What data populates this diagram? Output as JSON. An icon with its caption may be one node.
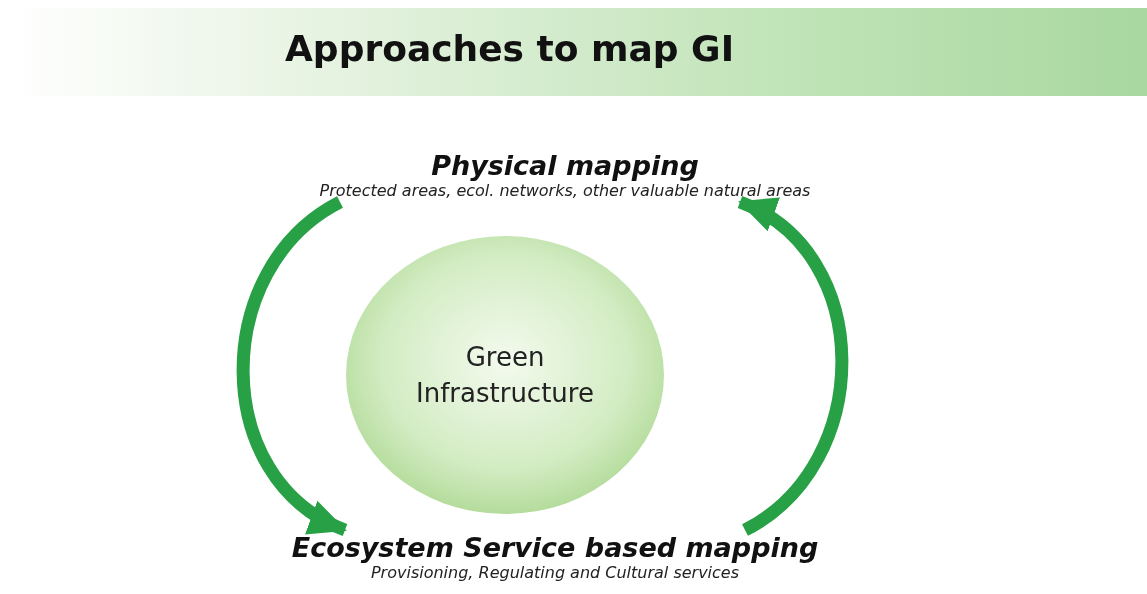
{
  "diagram": {
    "title": "Approaches to map GI",
    "nodes": [
      {
        "text": [
          "Physical mapping",
          "Protected areas, ecol. networks, other valuable natural areas"
        ]
      },
      {
        "text": [
          "Green Infrastructure"
        ]
      },
      {
        "text": [
          "Ecosystem Service based mapping",
          "Provisioning, Regulating and Cultural services"
        ]
      }
    ],
    "edges": [
      {
        "from": 0,
        "to": 2,
        "arrow": "to"
      },
      {
        "from": 2,
        "to": 0,
        "arrow": "to"
      }
    ]
  }
}
